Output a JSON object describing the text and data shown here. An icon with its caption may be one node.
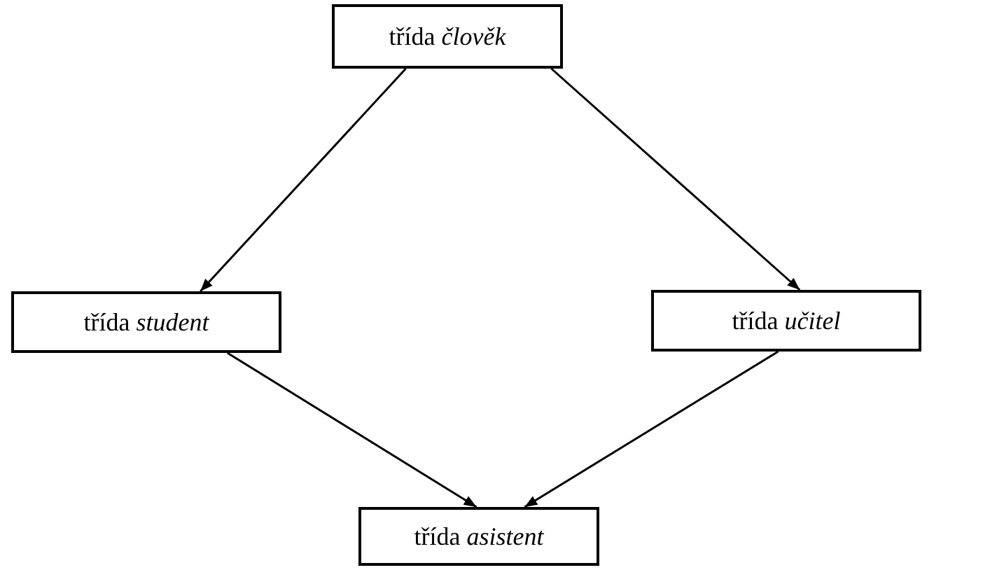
{
  "diagram": {
    "nodes": [
      {
        "text": [
          "třída *člověk*"
        ]
      },
      {
        "text": [
          "třída *student*"
        ]
      },
      {
        "text": [
          "třída *učitel*"
        ]
      },
      {
        "text": [
          "třída *asistent*"
        ]
      }
    ],
    "edges": [
      {
        "from": 0,
        "to": 1,
        "arrow": "to"
      },
      {
        "from": 0,
        "to": 2,
        "arrow": "to"
      },
      {
        "from": 1,
        "to": 3,
        "arrow": "to"
      },
      {
        "from": 2,
        "to": 3,
        "arrow": "to"
      }
    ]
  }
}
